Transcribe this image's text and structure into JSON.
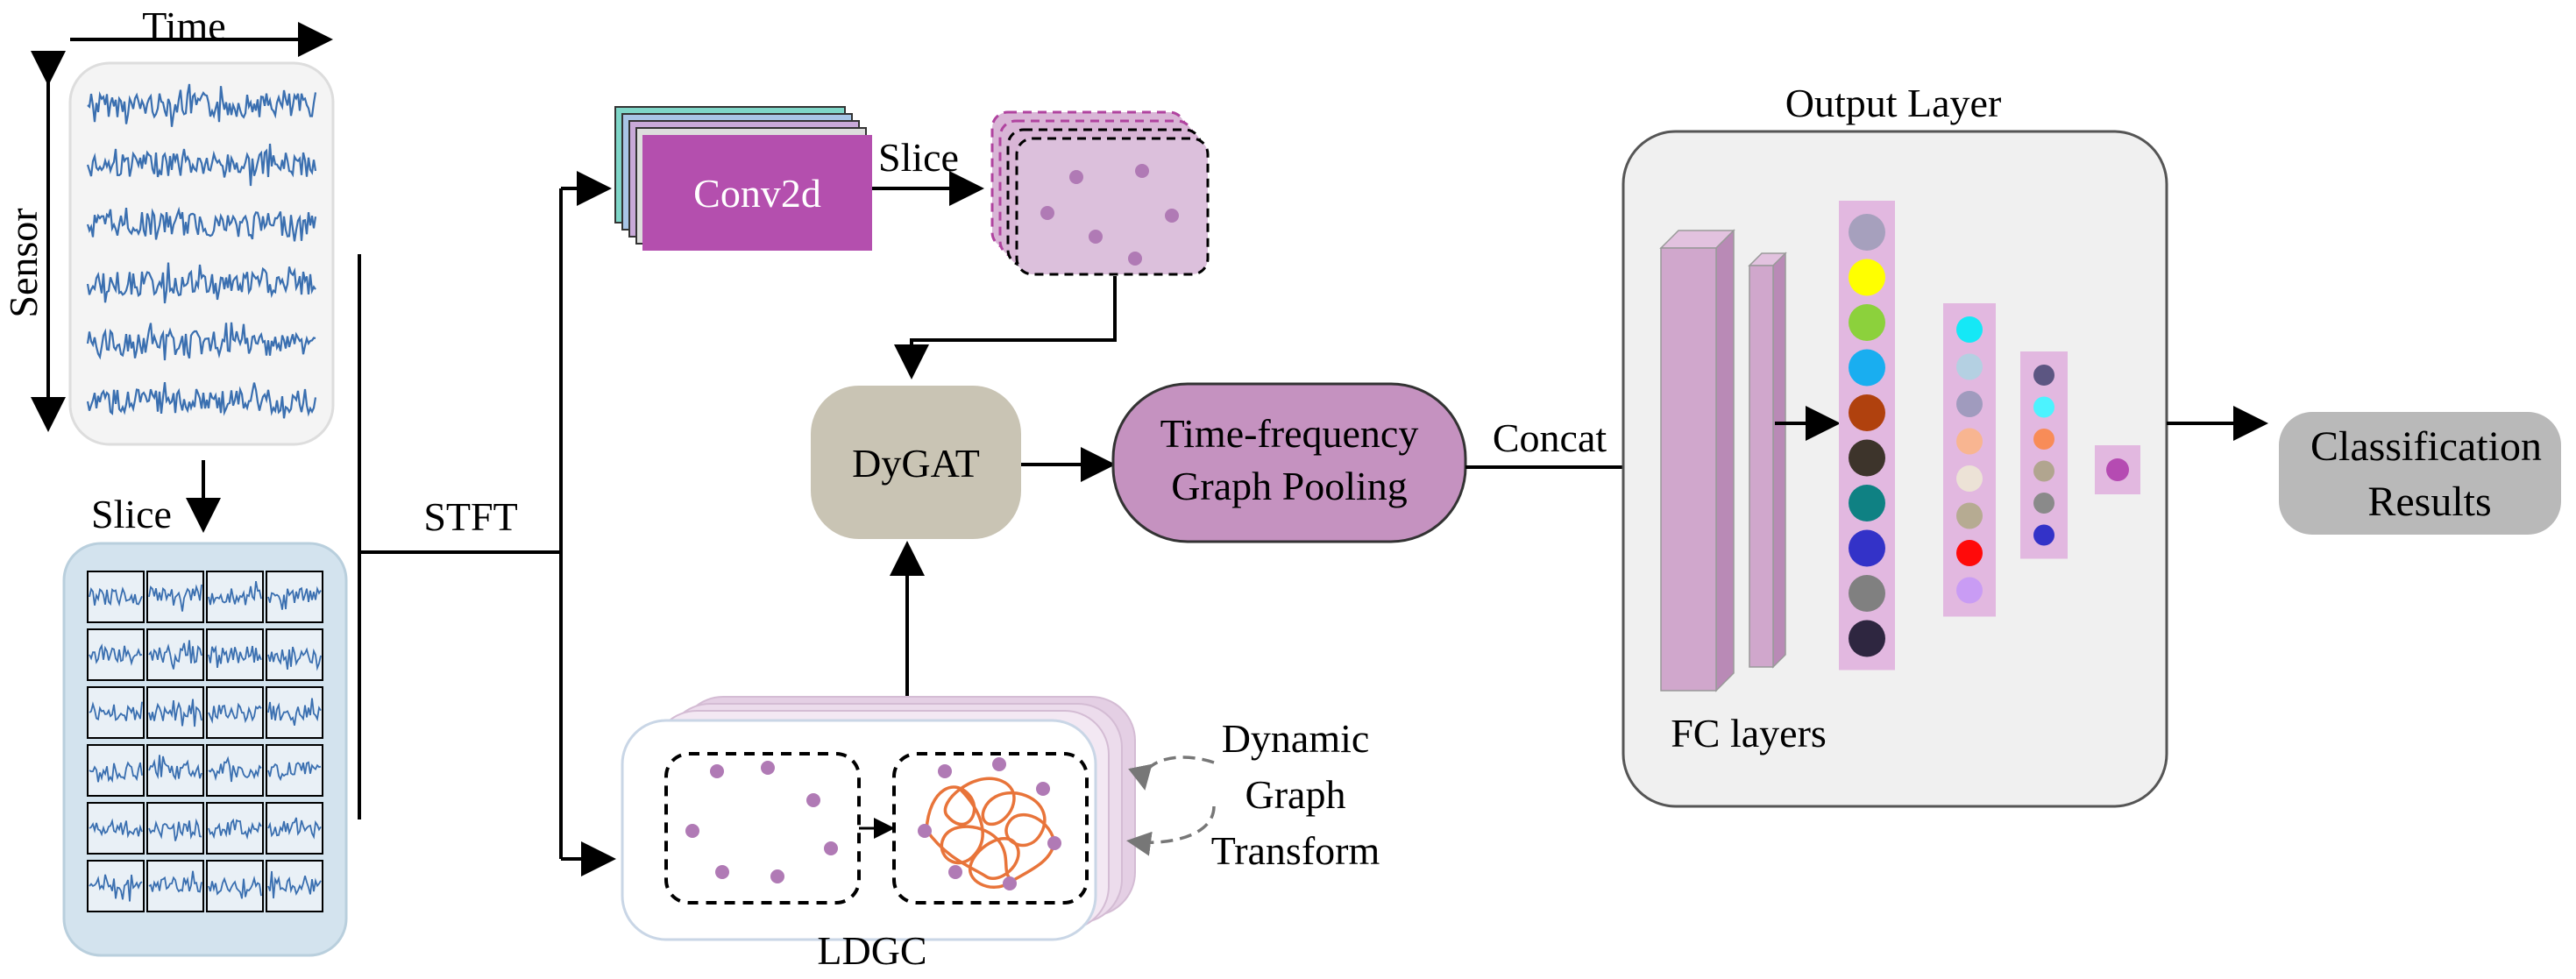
{
  "labels": {
    "time": "Time",
    "sensor": "Sensor",
    "slice_left": "Slice",
    "stft": "STFT",
    "conv2d": "Conv2d",
    "slice_top": "Slice",
    "dygat": "DyGAT",
    "pooling_line1": "Time-frequency",
    "pooling_line2": "Graph Pooling",
    "concat": "Concat",
    "output_layer": "Output Layer",
    "fc_layers": "FC layers",
    "ldgc": "LDGC",
    "dgt_line1": "Dynamic",
    "dgt_line2": "Graph",
    "dgt_line3": "Transform",
    "result_line1": "Classification",
    "result_line2": "Results"
  },
  "colors": {
    "signal": "#3a6fb0",
    "conv_fill": "#b44fae",
    "node_dot": "#b07ab5",
    "graph_edges": "#e8743a",
    "dygat_fill": "#c9c4b4",
    "pooling_fill": "#c592c0",
    "output_bg": "#f0f0f0",
    "fc_face": "#d0a7cc",
    "column_bg": "#e2b8e0",
    "result_fill": "#b9b9b9",
    "slice_panel": "#d3e3ee"
  },
  "output_columns": [
    [
      "#a6a0bd",
      "#ffff00",
      "#8cd13c",
      "#19aef0",
      "#b0410e",
      "#3d342b",
      "#0f8183",
      "#3332c8",
      "#808080",
      "#2e2640"
    ],
    [
      "#15e8f6",
      "#b4d0e2",
      "#a09bbe",
      "#f8b591",
      "#ece2d6",
      "#b6ab92",
      "#ff0a0a",
      "#c99cf4"
    ],
    [
      "#5c5682",
      "#4cf3ff",
      "#f88c58",
      "#b1a58f",
      "#8a8a8a",
      "#3332c8"
    ],
    [
      "#b54bb2"
    ]
  ]
}
